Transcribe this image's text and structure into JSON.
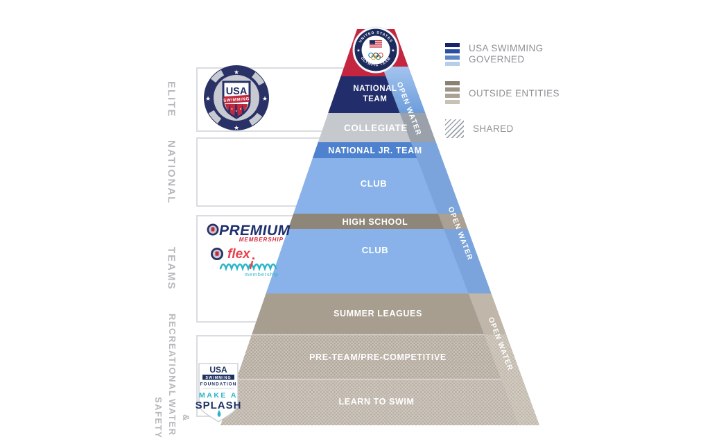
{
  "legend": {
    "governed_label_line1": "USA SWIMMING",
    "governed_label_line2": "GOVERNED",
    "outside_label": "OUTSIDE ENTITIES",
    "shared_label": "SHARED"
  },
  "side_labels": {
    "elite": "ELITE",
    "national": "NATIONAL",
    "teams": "TEAMS",
    "recreational_line1": "RECREATIONAL",
    "recreational_line2": "& WATER SAFETY"
  },
  "pyramid": {
    "national_team_line1": "NATIONAL",
    "national_team_line2": "TEAM",
    "collegiate": "COLLEGIATE",
    "national_jr_team": "NATIONAL JR. TEAM",
    "club_upper": "CLUB",
    "high_school": "HIGH SCHOOL",
    "club_lower": "CLUB",
    "summer_leagues": "SUMMER LEAGUES",
    "pre_team": "PRE-TEAM/PRE-COMPETITIVE",
    "learn_to_swim": "LEARN TO SWIM",
    "open_water": "OPEN WATER"
  },
  "badge": {
    "top": "UNITED STATES",
    "bottom": "OLYMPIC TEAM"
  },
  "logos": {
    "usa_swimming": {
      "usa": "USA",
      "swimming": "SWIMMING"
    },
    "premium": {
      "title": "PREMIUM",
      "subtitle": "MEMBERSHIP"
    },
    "flex": {
      "title": "flex",
      "subtitle": "membership"
    },
    "make_a_splash": {
      "org_line1": "USA",
      "org_line2": "SWIMMING",
      "org_line3": "FOUNDATION",
      "line1": "MAKE A",
      "line2": "SPLASH"
    }
  },
  "colors": {
    "national_team_navy": "#222d6b",
    "red_stripe": "#c3263e",
    "collegiate_gray": "#c5c8cc",
    "jr_team_blue": "#4e82ce",
    "club_blue": "#88b2e9",
    "high_school_taupe": "#8e8678",
    "summer_taupe": "#a89e90",
    "preteam_taupe": "#b1a79a",
    "learn_taupe": "#b9b0a4",
    "open_water_blue": "#7aa4db",
    "open_water_tan": "#c0b7aa",
    "teal": "#2ab5c9"
  }
}
